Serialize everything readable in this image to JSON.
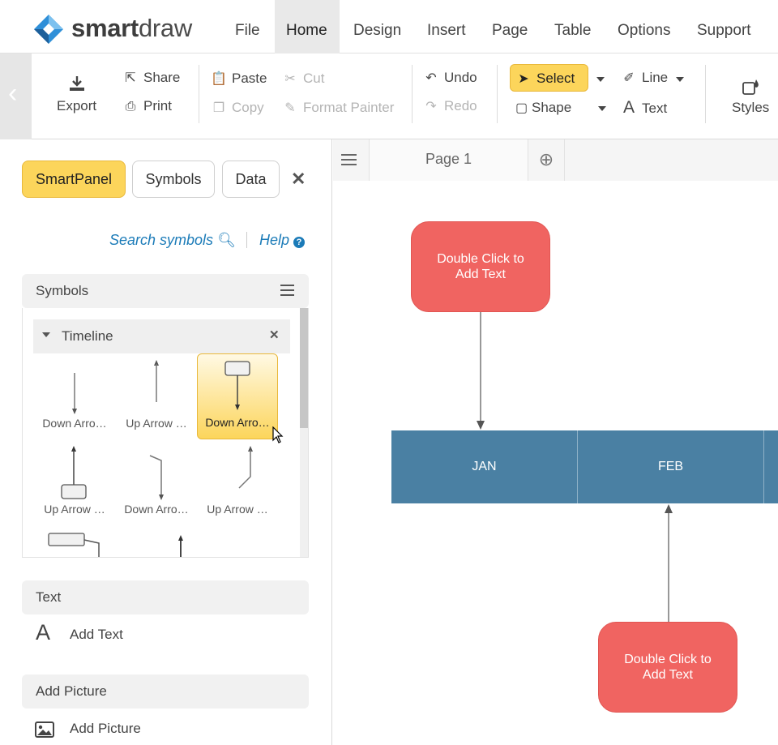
{
  "app": {
    "logo_text_bold": "smart",
    "logo_text": "draw"
  },
  "menu": [
    "File",
    "Home",
    "Design",
    "Insert",
    "Page",
    "Table",
    "Options",
    "Support"
  ],
  "ribbon": {
    "export": "Export",
    "share": "Share",
    "print": "Print",
    "paste": "Paste",
    "cut": "Cut",
    "copy": "Copy",
    "format_painter": "Format Painter",
    "undo": "Undo",
    "redo": "Redo",
    "select": "Select",
    "shape": "Shape",
    "line": "Line",
    "text": "Text",
    "styles": "Styles"
  },
  "panel": {
    "tabs": [
      "SmartPanel",
      "Symbols",
      "Data"
    ],
    "search_link": "Search symbols",
    "help_link": "Help",
    "symbols_header": "Symbols",
    "timeline_header": "Timeline",
    "symbols": [
      "Down Arro…",
      "Up Arrow …",
      "Down Arro…",
      "Up Arrow …",
      "Down Arro…",
      "Up Arrow …"
    ],
    "text_header": "Text",
    "add_text": "Add Text",
    "picture_header": "Add Picture",
    "add_picture": "Add Picture"
  },
  "canvas": {
    "page_tab": "Page 1",
    "bubble_top": "Double Click to Add Text",
    "bubble_bottom": "Double Click to Add Text",
    "months": [
      "JAN",
      "FEB"
    ]
  },
  "colors": {
    "accent": "#fcd55b",
    "bubble": "#f06461",
    "timeline": "#4a80a3",
    "link": "#1b7bb8"
  }
}
